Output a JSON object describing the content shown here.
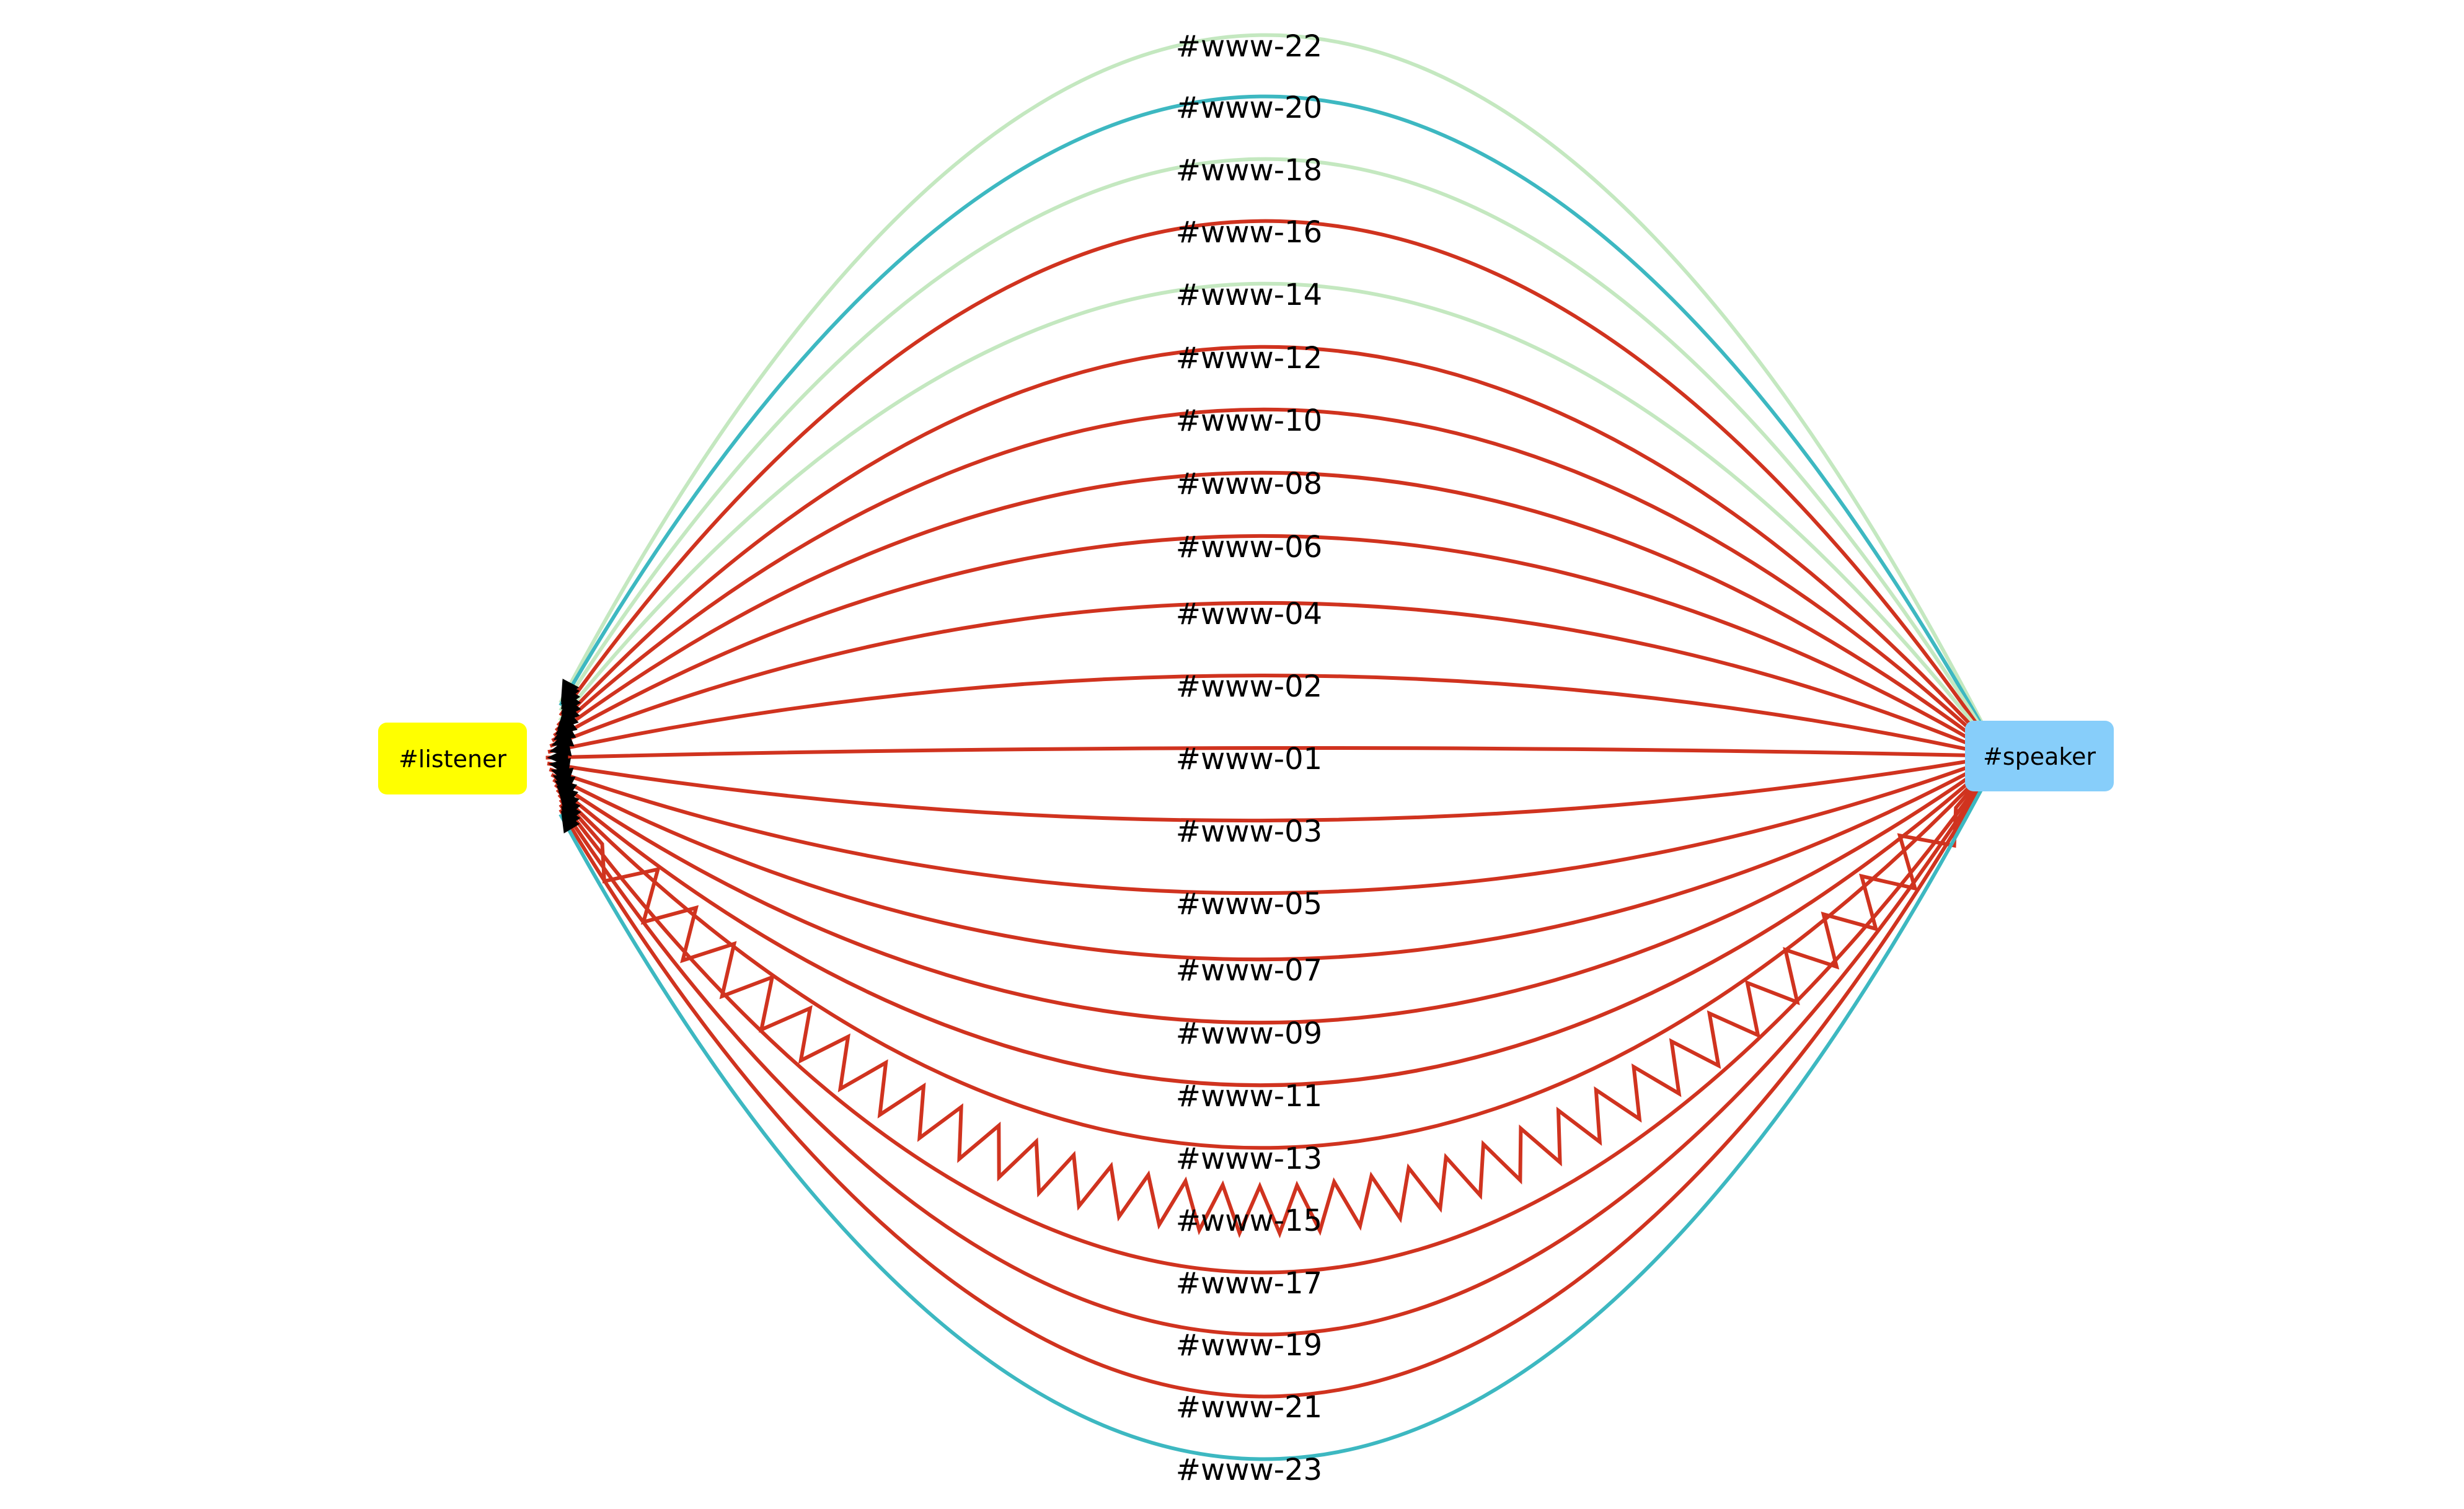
{
  "nodes": {
    "listener": {
      "label": "#listener",
      "color": "#ffff00"
    },
    "speaker": {
      "label": "#speaker",
      "color": "#87cefa"
    }
  },
  "colors": {
    "red": "#d0331f",
    "teal": "#3db8c1",
    "light_green": "#c4e8c0",
    "arrowhead": "#000000"
  },
  "edges": [
    {
      "id": "www-22",
      "label": "#www-22",
      "color": "light_green",
      "style": "solid",
      "arrow": true
    },
    {
      "id": "www-20",
      "label": "#www-20",
      "color": "teal",
      "style": "solid",
      "arrow": true
    },
    {
      "id": "www-18",
      "label": "#www-18",
      "color": "light_green",
      "style": "solid",
      "arrow": true
    },
    {
      "id": "www-16",
      "label": "#www-16",
      "color": "red",
      "style": "solid",
      "arrow": true
    },
    {
      "id": "www-14",
      "label": "#www-14",
      "color": "light_green",
      "style": "solid",
      "arrow": true
    },
    {
      "id": "www-12",
      "label": "#www-12",
      "color": "red",
      "style": "solid",
      "arrow": true
    },
    {
      "id": "www-10",
      "label": "#www-10",
      "color": "red",
      "style": "solid",
      "arrow": true
    },
    {
      "id": "www-08",
      "label": "#www-08",
      "color": "red",
      "style": "solid",
      "arrow": true
    },
    {
      "id": "www-06",
      "label": "#www-06",
      "color": "red",
      "style": "solid",
      "arrow": true
    },
    {
      "id": "www-04",
      "label": "#www-04",
      "color": "red",
      "style": "solid",
      "arrow": true
    },
    {
      "id": "www-02",
      "label": "#www-02",
      "color": "red",
      "style": "solid",
      "arrow": true
    },
    {
      "id": "www-01",
      "label": "#www-01",
      "color": "red",
      "style": "solid",
      "arrow": true
    },
    {
      "id": "www-03",
      "label": "#www-03",
      "color": "red",
      "style": "solid",
      "arrow": true
    },
    {
      "id": "www-05",
      "label": "#www-05",
      "color": "red",
      "style": "solid",
      "arrow": true
    },
    {
      "id": "www-07",
      "label": "#www-07",
      "color": "red",
      "style": "solid",
      "arrow": true
    },
    {
      "id": "www-09",
      "label": "#www-09",
      "color": "red",
      "style": "solid",
      "arrow": true
    },
    {
      "id": "www-11",
      "label": "#www-11",
      "color": "red",
      "style": "solid",
      "arrow": true
    },
    {
      "id": "www-13",
      "label": "#www-13",
      "color": "red",
      "style": "solid",
      "arrow": true
    },
    {
      "id": "www-15",
      "label": "#www-15",
      "color": "red",
      "style": "zigzag",
      "arrow": true
    },
    {
      "id": "www-17",
      "label": "#www-17",
      "color": "red",
      "style": "solid",
      "arrow": true
    },
    {
      "id": "www-19",
      "label": "#www-19",
      "color": "red",
      "style": "solid",
      "arrow": true
    },
    {
      "id": "www-21",
      "label": "#www-21",
      "color": "red",
      "style": "solid",
      "arrow": true
    },
    {
      "id": "www-23",
      "label": "#www-23",
      "color": "teal",
      "style": "solid",
      "arrow": false
    }
  ]
}
